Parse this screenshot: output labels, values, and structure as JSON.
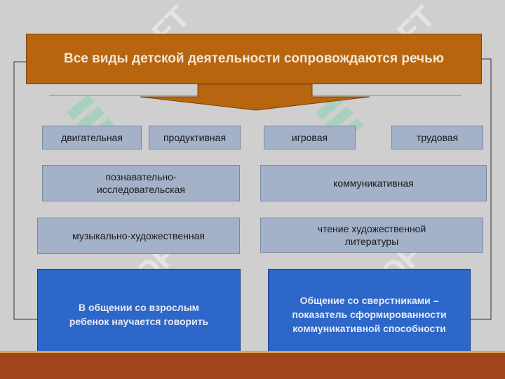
{
  "title": "Все виды детской деятельности сопровождаются речью",
  "activities": {
    "row1": [
      "двигательная",
      "продуктивная",
      "игровая",
      "трудовая"
    ],
    "row2": [
      "познавательно-\nисследовательская",
      "коммуникативная"
    ],
    "row3": [
      "музыкально-художественная",
      "чтение художественной\nлитературы"
    ]
  },
  "bottom": {
    "left": "В общении со взрослым\nребенок научается говорить",
    "right": "Общение со сверстниками –\nпоказатель сформированности\nкоммуникативной способности"
  },
  "colors": {
    "title_bg": "#b8650f",
    "box_bg": "#a3b1c9",
    "blue_bg": "#2d67c9",
    "floor": "#a2451f",
    "watermark": "#5fd49a"
  }
}
